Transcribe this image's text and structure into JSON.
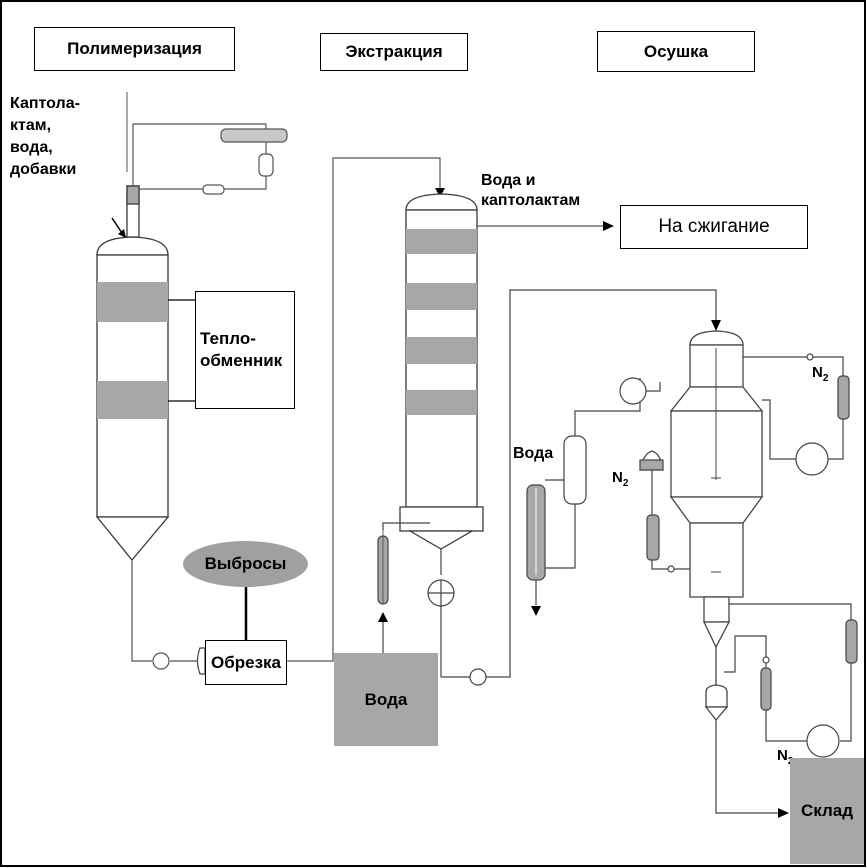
{
  "headers": {
    "polymerization": "Полимеризация",
    "extraction": "Экстракция",
    "drying": "Осушка"
  },
  "labels": {
    "feed": [
      "Каптола-",
      "ктам,",
      "вода,",
      "добавки"
    ],
    "heat_exchanger": [
      "Тепло-",
      "обменник"
    ],
    "emissions": "Выбросы",
    "cutting": "Обрезка",
    "water_bottom": "Вода",
    "water_caprolactam": [
      "Вода и",
      "каптолактам"
    ],
    "to_incineration": "На сжигание",
    "water_right": "Вода",
    "n2_top": "N",
    "n2_mid": "N",
    "n2_bottom": "N",
    "n2_sub": "2",
    "warehouse": "Склад"
  },
  "colors": {
    "band_gray": "#a7a7a7",
    "vessel_stroke": "#3a3a3a",
    "line": "#444444",
    "emission_fill": "#a0a0a0"
  }
}
